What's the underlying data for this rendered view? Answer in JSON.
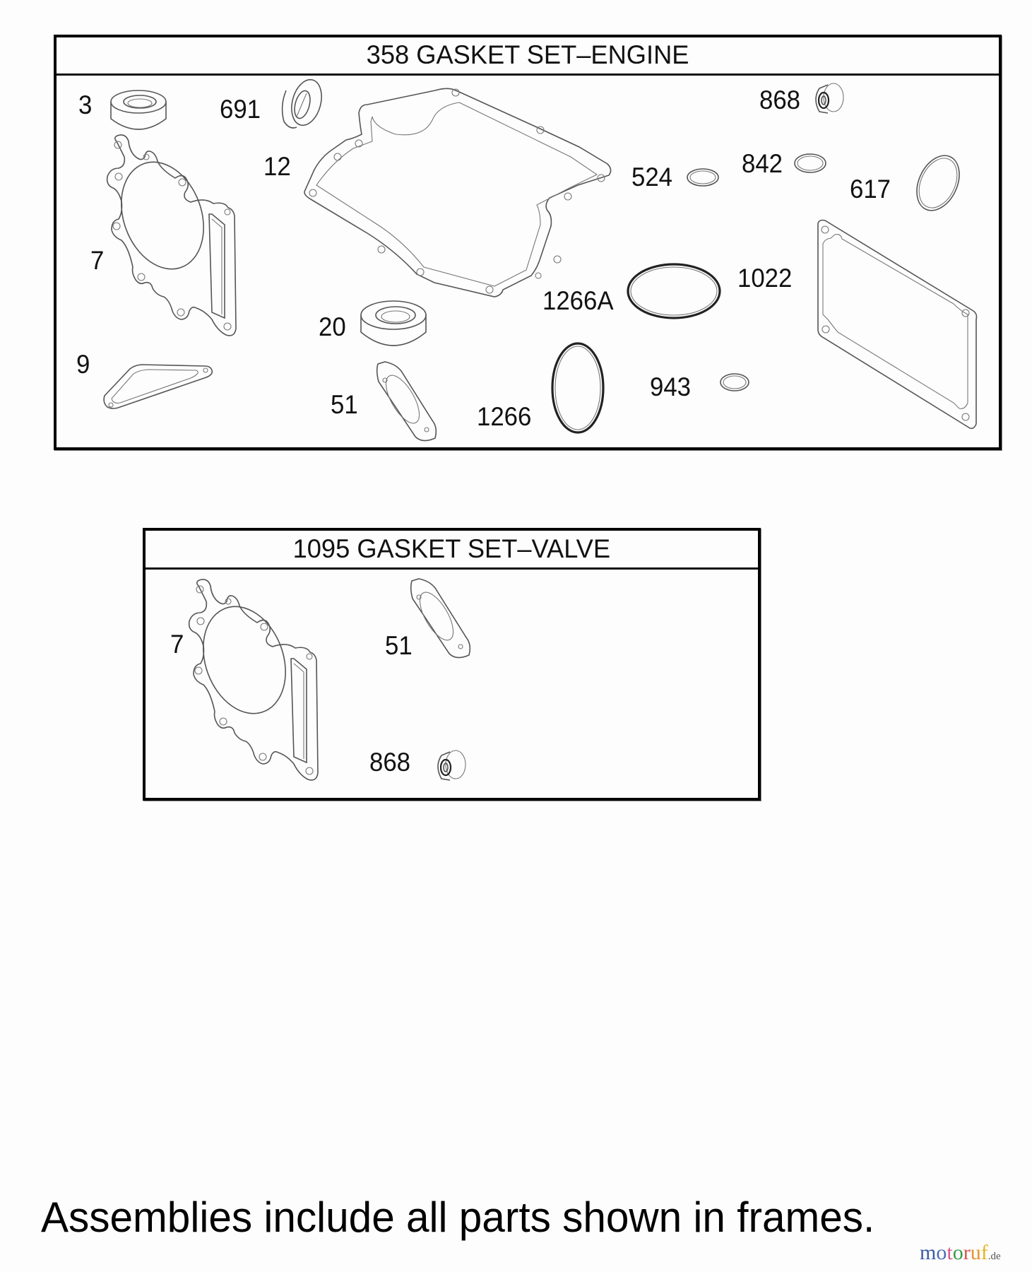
{
  "frames": [
    {
      "id": "engine",
      "title": "358 GASKET SET–ENGINE",
      "parts": [
        {
          "label": "3",
          "name": "oil-seal",
          "icon": "seal-ring-icon"
        },
        {
          "label": "691",
          "name": "oil-seal",
          "icon": "seal-ring-icon"
        },
        {
          "label": "7",
          "name": "cylinder-head-gasket",
          "icon": "head-gasket-icon"
        },
        {
          "label": "12",
          "name": "crankcase-gasket",
          "icon": "crankcase-gasket-icon"
        },
        {
          "label": "868",
          "name": "valve-stem-seal",
          "icon": "valve-seal-icon"
        },
        {
          "label": "524",
          "name": "o-ring",
          "icon": "o-ring-icon"
        },
        {
          "label": "842",
          "name": "o-ring",
          "icon": "o-ring-icon"
        },
        {
          "label": "617",
          "name": "o-ring",
          "icon": "o-ring-icon"
        },
        {
          "label": "1266A",
          "name": "o-ring",
          "icon": "o-ring-thick-icon"
        },
        {
          "label": "1022",
          "name": "rocker-cover-gasket",
          "icon": "rocker-cover-gasket-icon"
        },
        {
          "label": "20",
          "name": "oil-seal",
          "icon": "seal-ring-icon"
        },
        {
          "label": "9",
          "name": "intake-gasket",
          "icon": "intake-gasket-icon"
        },
        {
          "label": "51",
          "name": "exhaust-gasket",
          "icon": "exhaust-gasket-icon"
        },
        {
          "label": "1266",
          "name": "o-ring",
          "icon": "o-ring-thick-icon"
        },
        {
          "label": "943",
          "name": "o-ring",
          "icon": "o-ring-icon"
        }
      ]
    },
    {
      "id": "valve",
      "title": "1095 GASKET SET–VALVE",
      "parts": [
        {
          "label": "7",
          "name": "cylinder-head-gasket",
          "icon": "head-gasket-icon"
        },
        {
          "label": "51",
          "name": "exhaust-gasket",
          "icon": "exhaust-gasket-icon"
        },
        {
          "label": "868",
          "name": "valve-stem-seal",
          "icon": "valve-seal-icon"
        }
      ]
    }
  ],
  "footer_note": "Assemblies include all parts shown in frames.",
  "watermark": {
    "letters": [
      "m",
      "o",
      "t",
      "o",
      "r",
      "u",
      "f"
    ],
    "colors": [
      "#3b5ba5",
      "#4a6cb8",
      "#d9568a",
      "#3a9a4a",
      "#d9534f",
      "#e8912d",
      "#e6b422"
    ],
    "tld": ".de"
  }
}
